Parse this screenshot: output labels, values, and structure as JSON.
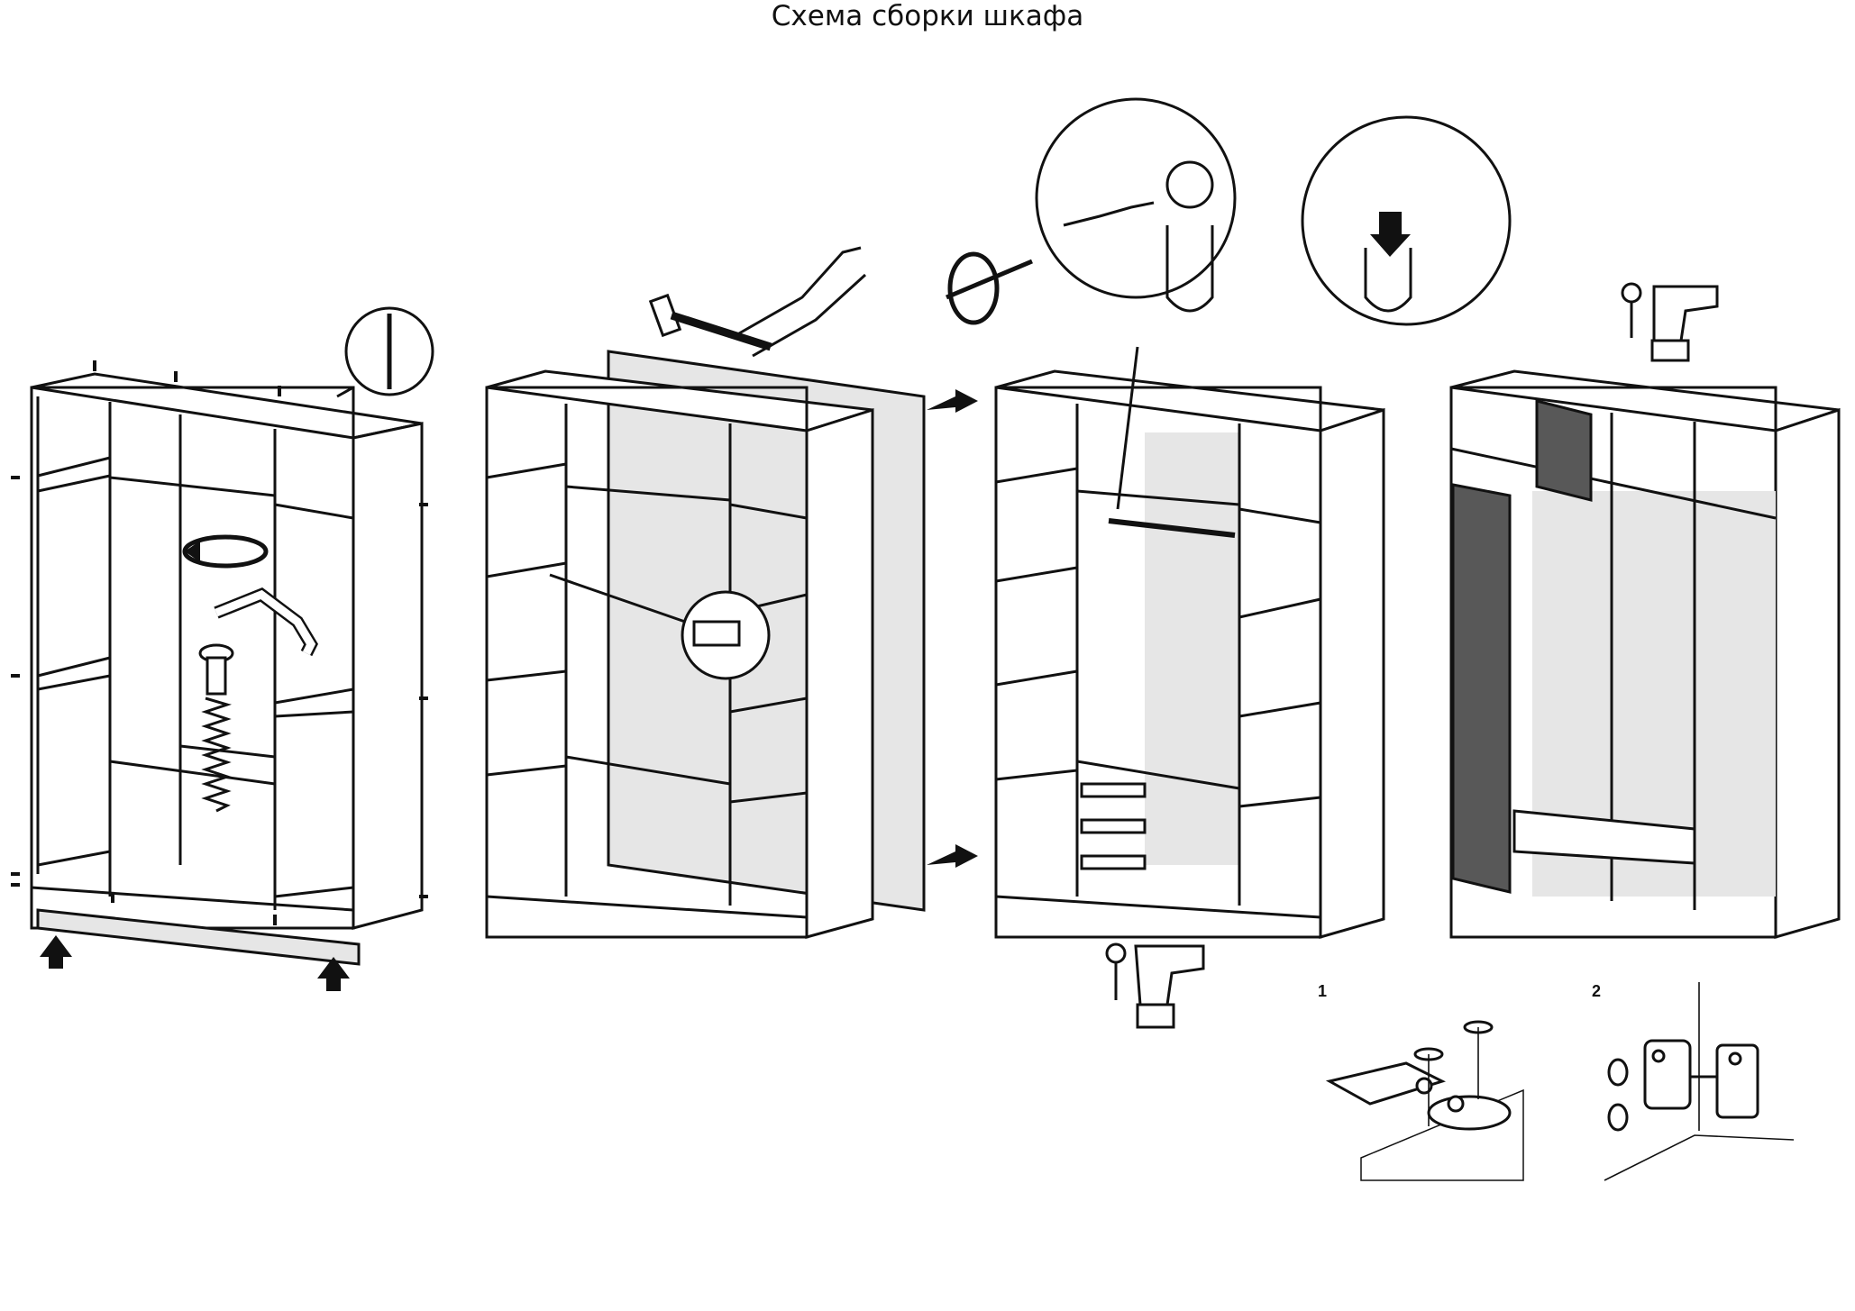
{
  "title": "Схема сборки шкафа",
  "steps": [
    {
      "id": "frame-assembly",
      "label": ""
    },
    {
      "id": "back-panel",
      "label": ""
    },
    {
      "id": "rail-and-hinges",
      "label": ""
    },
    {
      "id": "doors-and-drawer",
      "label": ""
    }
  ],
  "hinge_steps": [
    {
      "number": "1"
    },
    {
      "number": "2"
    }
  ],
  "colors": {
    "line": "#111111",
    "back_panel": "#e6e6e6",
    "door": "#585858",
    "background": "#ffffff"
  },
  "icons": [
    "hammer-icon",
    "screwdriver-icon",
    "drill-icon",
    "rotation-arrow-icon",
    "push-arrow-icon",
    "confirmat-screw-icon",
    "allen-key-icon",
    "dowel-icon",
    "hinge-icon"
  ]
}
